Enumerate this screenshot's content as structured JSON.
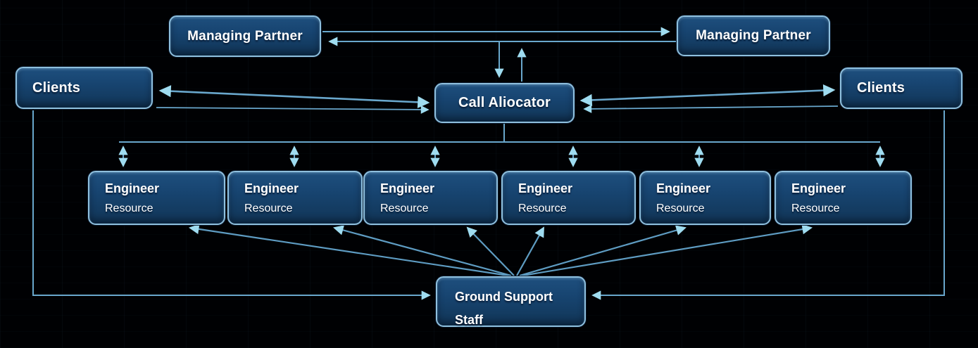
{
  "diagram": {
    "nodes": {
      "managing_partner_left": {
        "label": "Managing Partner"
      },
      "managing_partner_right": {
        "label": "Managing Partner"
      },
      "clients_left": {
        "label": "Clients"
      },
      "clients_right": {
        "label": "Clients"
      },
      "call_allocator": {
        "label": "Call Aliocator"
      },
      "ground_support_staff": {
        "label_line1": "Ground Support",
        "label_line2": "Staff"
      }
    },
    "engineers": [
      {
        "title": "Engineer",
        "subtitle": "Resource"
      },
      {
        "title": "Engineer",
        "subtitle": "Resource"
      },
      {
        "title": "Engineer",
        "subtitle": "Resource"
      },
      {
        "title": "Engineer",
        "subtitle": "Resource"
      },
      {
        "title": "Engineer",
        "subtitle": "Resource"
      },
      {
        "title": "Engineer",
        "subtitle": "Resource"
      }
    ],
    "colors": {
      "background": "#000103",
      "box_fill_top": "#1e4f7e",
      "box_fill_bottom": "#113556",
      "box_border": "#8fc0de",
      "connector": "#69a7cc",
      "arrowhead": "#9fdcf0",
      "text": "#ffffff"
    }
  }
}
